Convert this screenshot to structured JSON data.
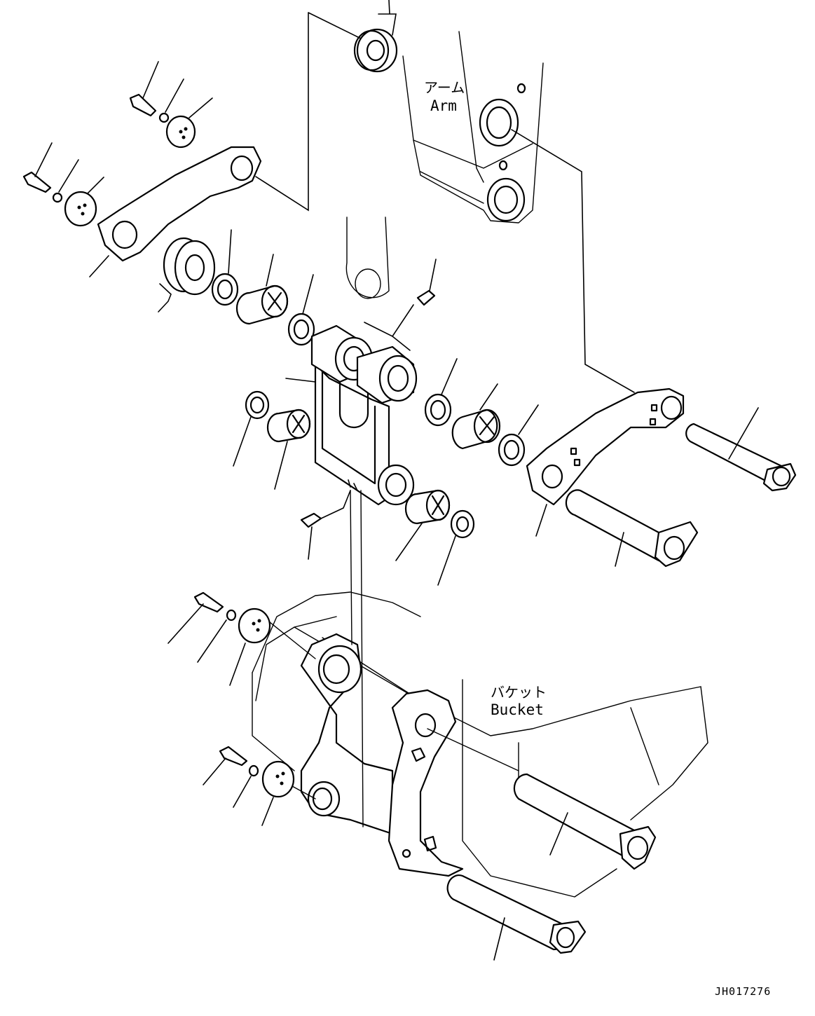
{
  "labels": {
    "arm_ja": "アーム",
    "arm_en": "Arm",
    "bucket_ja": "バケット",
    "bucket_en": "Bucket"
  },
  "drawing_code": "JH017276"
}
